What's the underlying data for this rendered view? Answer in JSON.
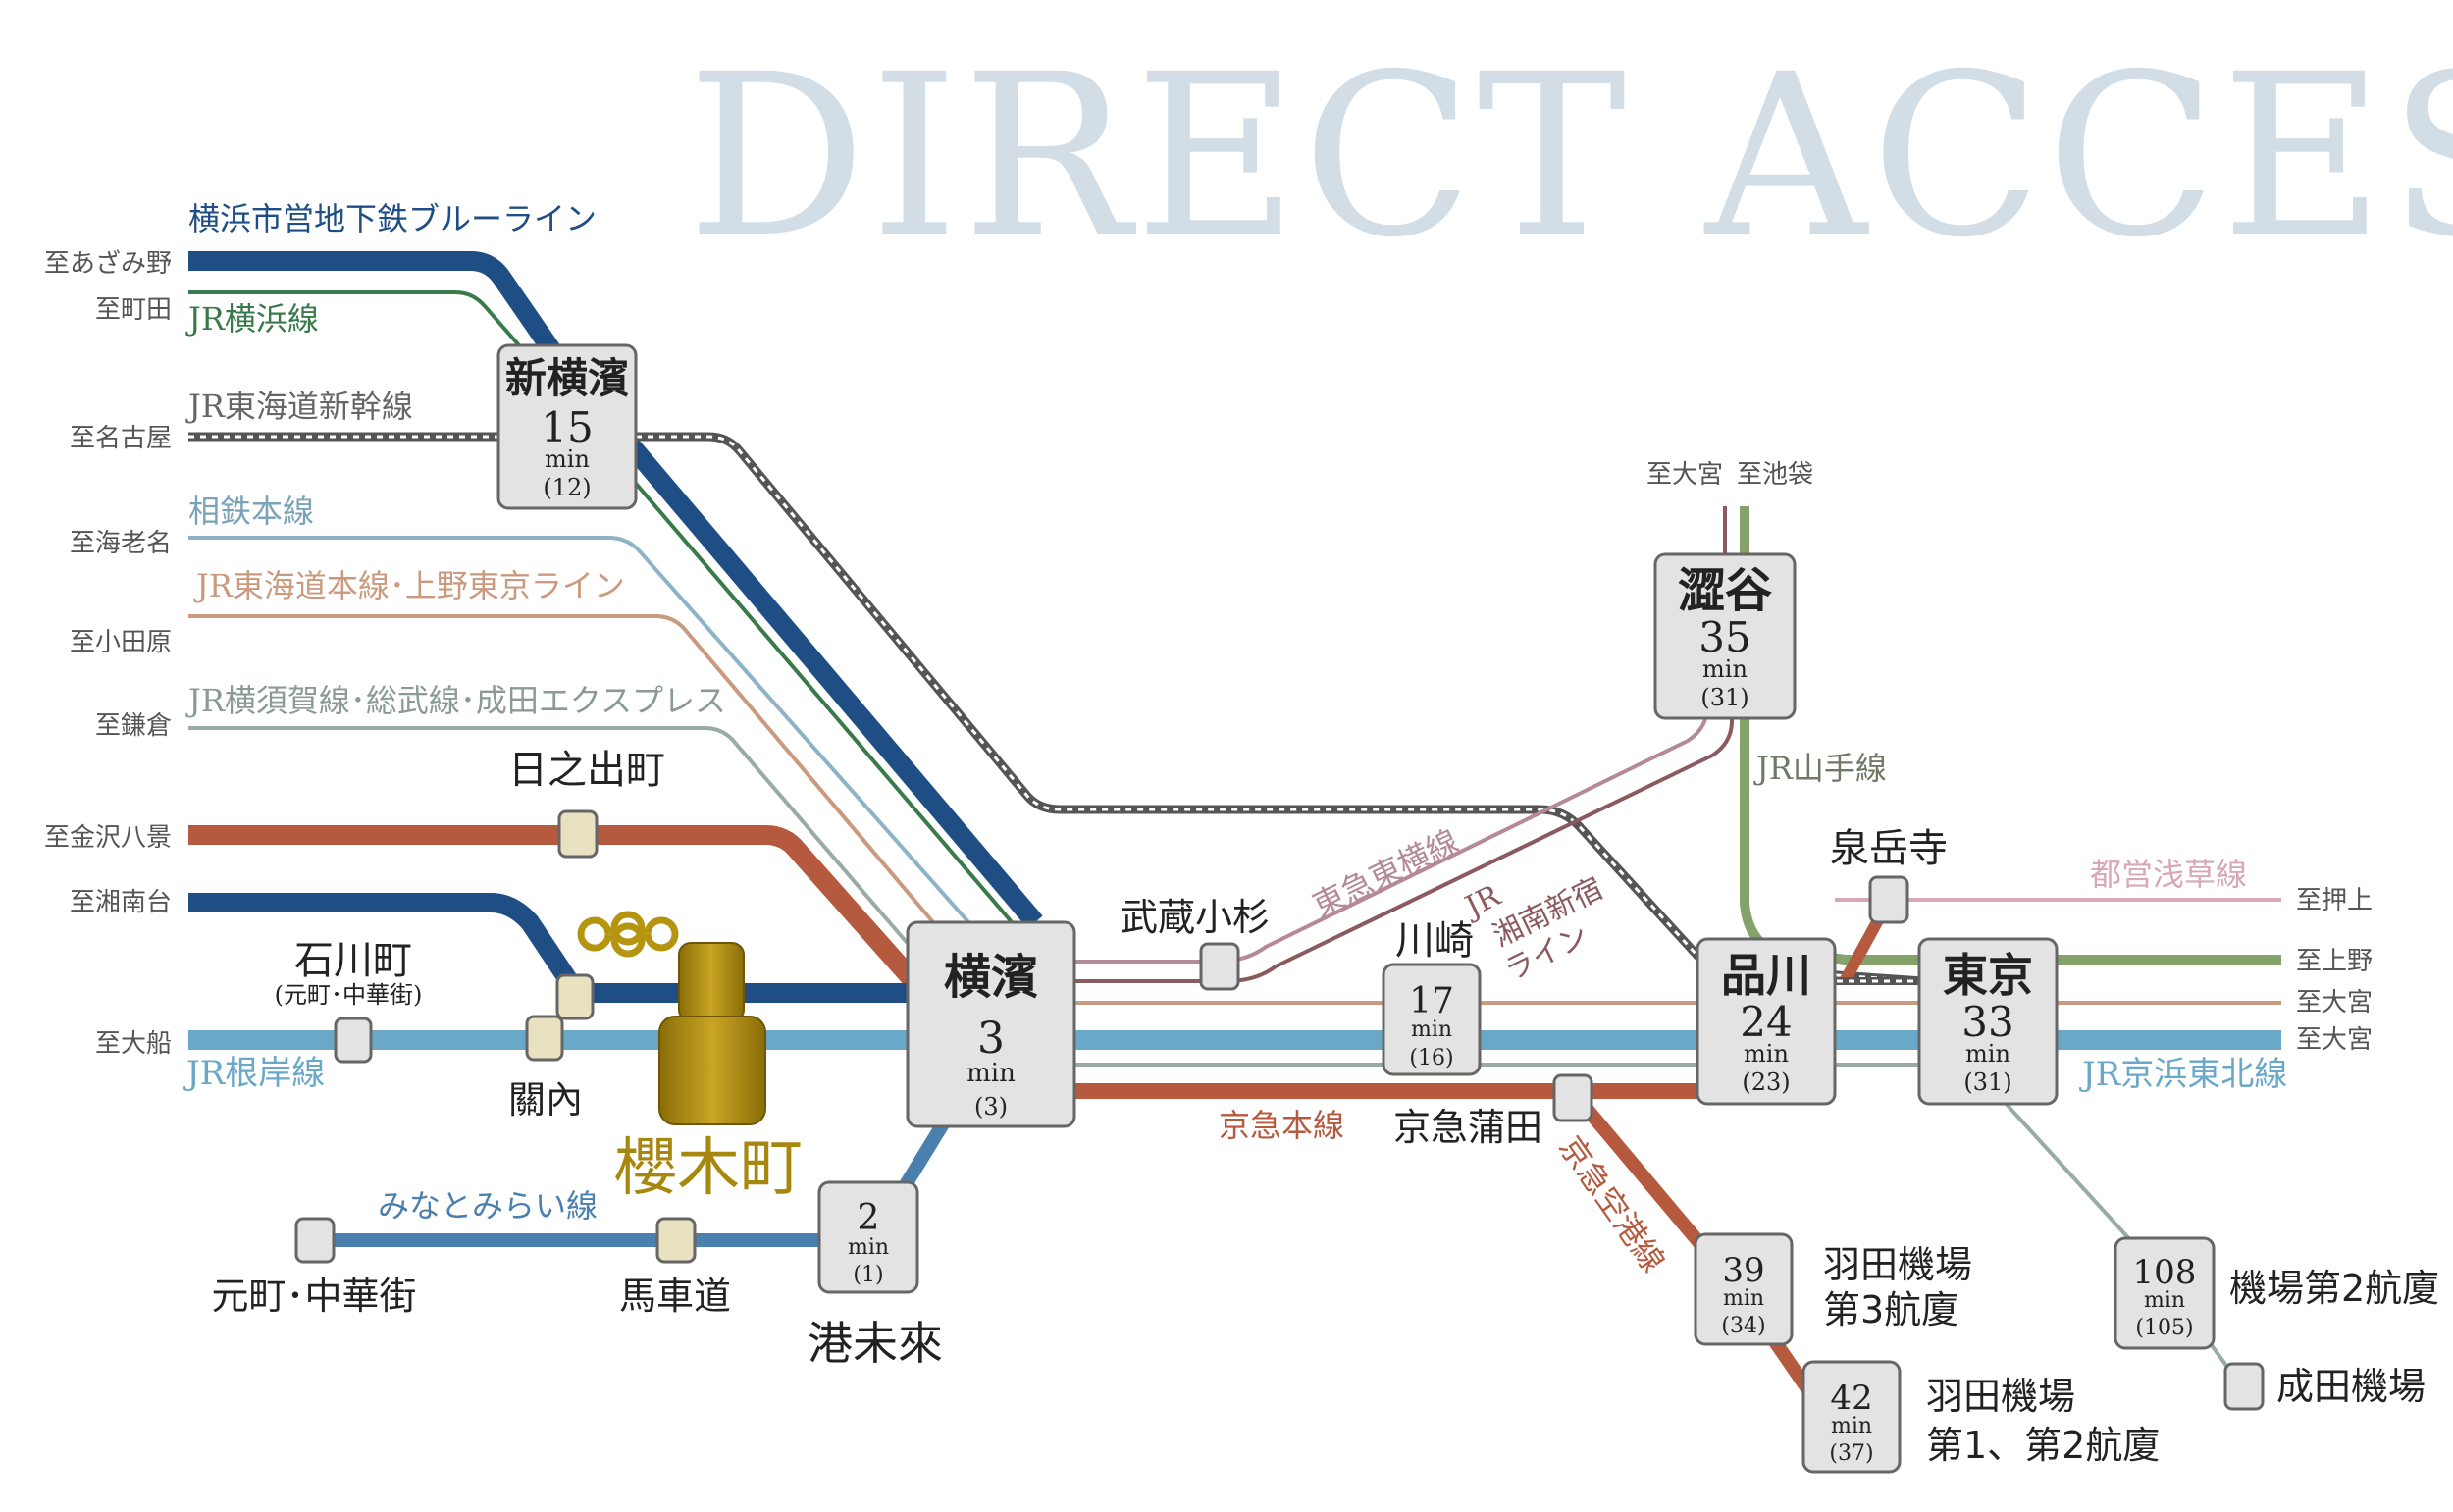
{
  "title": "DIRECT ACCESS",
  "colors": {
    "blue_line": "#1f4e85",
    "jr_yokohama": "#3a7a4a",
    "shinkansen": "#555555",
    "sotetsu": "#8fb3c6",
    "tokaido": "#c99a7e",
    "yokosuka": "#99aba7",
    "keikyu": "#b55a3e",
    "negishi": "#6aa8c8",
    "minatomirai": "#4a7fae",
    "toyoko": "#b48a97",
    "yamanote": "#86a26b",
    "asakusa": "#d8a8b4",
    "station_fill": "#e3e3e3",
    "gold": "#a8870e",
    "title": "#d2dde6"
  },
  "line_labels": {
    "blue_line": "横浜市営地下鉄ブルーライン",
    "jr_yokohama": "JR横浜線",
    "shinkansen": "JR東海道新幹線",
    "sotetsu": "相鉄本線",
    "tokaido": "JR東海道本線･上野東京ライン",
    "yokosuka": "JR横須賀線･総武線･成田エクスプレス",
    "negishi": "JR根岸線",
    "minatomirai": "みなとみらい線",
    "toyoko": "東急東横線",
    "shonan1": "JR",
    "shonan2": "湘南新宿",
    "shonan3": "ライン",
    "yamanote": "JR山手線",
    "asakusa": "都営浅草線",
    "keikyu": "京急本線",
    "keikyu_airport": "京急空港線",
    "keihin_tohoku": "JR京浜東北線"
  },
  "destinations": {
    "azamino": "至あざみ野",
    "machida": "至町田",
    "nagoya": "至名古屋",
    "ebina": "至海老名",
    "odawara": "至小田原",
    "kamakura": "至鎌倉",
    "kanazawa": "至金沢八景",
    "shonandai": "至湘南台",
    "ofuna": "至大船",
    "omiya_top": "至大宮",
    "ikebukuro": "至池袋",
    "oshiage": "至押上",
    "ueno": "至上野",
    "omiya_r1": "至大宮",
    "omiya_r2": "至大宮"
  },
  "stations": {
    "sakuragicho": "櫻木町",
    "yokohama": {
      "name": "横濱",
      "time": "3",
      "min": "min",
      "sub": "(3)"
    },
    "shinyokohama": {
      "name": "新横濱",
      "time": "15",
      "min": "min",
      "sub": "(12)"
    },
    "shibuya": {
      "name": "澀谷",
      "time": "35",
      "min": "min",
      "sub": "(31)"
    },
    "shinagawa": {
      "name": "品川",
      "time": "24",
      "min": "min",
      "sub": "(23)"
    },
    "tokyo": {
      "name": "東京",
      "time": "33",
      "min": "min",
      "sub": "(31)"
    },
    "kawasaki": {
      "name": "川崎",
      "time": "17",
      "min": "min",
      "sub": "(16)"
    },
    "minatomirai": {
      "name": "港未來",
      "time": "2",
      "min": "min",
      "sub": "(1)"
    },
    "haneda3": {
      "name1": "羽田機場",
      "name2": "第3航廈",
      "time": "39",
      "min": "min",
      "sub": "(34)"
    },
    "haneda12": {
      "name1": "羽田機場",
      "name2": "第1、第2航廈",
      "time": "42",
      "min": "min",
      "sub": "(37)"
    },
    "narita2": {
      "name": "機場第2航廈",
      "time": "108",
      "min": "min",
      "sub": "(105)"
    },
    "narita": "成田機場",
    "hinodecho": "日之出町",
    "ishikawacho": "石川町",
    "ishikawacho_sub": "(元町･中華街)",
    "kannai": "關內",
    "musashikosugi": "武蔵小杉",
    "keikyukamata": "京急蒲田",
    "sengakuji": "泉岳寺",
    "motomachi": "元町･中華街",
    "bashamichi": "馬車道"
  }
}
